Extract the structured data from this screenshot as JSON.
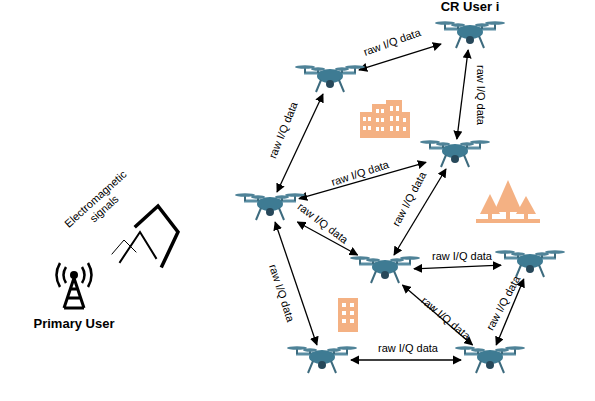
{
  "diagram": {
    "nodes": [
      {
        "text": [
          "CR User i"
        ]
      },
      {
        "text": []
      },
      {
        "text": []
      },
      {
        "text": []
      },
      {
        "text": []
      },
      {
        "text": []
      },
      {
        "text": []
      },
      {
        "text": []
      },
      {
        "text": [
          "Primary User"
        ]
      }
    ],
    "edges": [
      {
        "from": 1,
        "to": 0,
        "label": "raw I/Q data",
        "arrow": "both"
      },
      {
        "from": 0,
        "to": 2,
        "label": "raw I/Q data",
        "arrow": "both"
      },
      {
        "from": 1,
        "to": 3,
        "label": "raw I/Q data",
        "arrow": "both"
      },
      {
        "from": 3,
        "to": 2,
        "label": "raw I/Q data",
        "arrow": "both"
      },
      {
        "from": 3,
        "to": 4,
        "label": "raw I/Q data",
        "arrow": "both"
      },
      {
        "from": 4,
        "to": 2,
        "label": "raw I/Q data",
        "arrow": "both"
      },
      {
        "from": 4,
        "to": 5,
        "label": "raw I/Q data",
        "arrow": "both"
      },
      {
        "from": 3,
        "to": 6,
        "label": "raw I/Q data",
        "arrow": "both"
      },
      {
        "from": 4,
        "to": 7,
        "label": "raw I/Q data",
        "arrow": "both"
      },
      {
        "from": 7,
        "to": 5,
        "label": "raw I/Q data",
        "arrow": "both"
      },
      {
        "from": 6,
        "to": 7,
        "label": "raw I/Q data",
        "arrow": "both"
      }
    ],
    "labels": [
      "Electromagnetic signals"
    ]
  }
}
